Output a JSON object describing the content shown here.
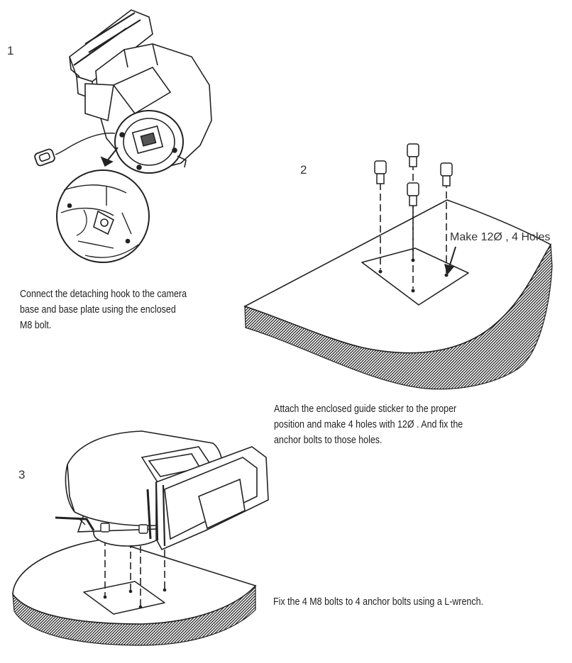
{
  "steps": [
    {
      "number": "1",
      "caption_lines": [
        "Connect the detaching hook to the camera",
        "base and base plate using the enclosed",
        "M8 bolt."
      ]
    },
    {
      "number": "2",
      "caption_lines": [
        "Attach the enclosed guide sticker to the proper",
        "position and make 4 holes with 12Ø . And fix the",
        "anchor bolts to those holes."
      ],
      "callout": "Make 12Ø , 4 Holes"
    },
    {
      "number": "3",
      "caption_lines": [
        "Fix the 4 M8 bolts to 4 anchor bolts using a L-wrench."
      ]
    }
  ]
}
